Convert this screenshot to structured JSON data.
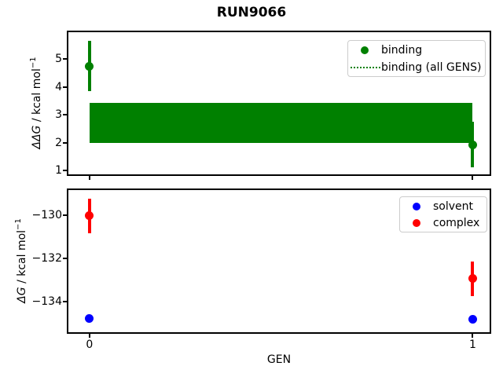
{
  "title": "RUN9066",
  "chart_data": [
    {
      "type": "scatter",
      "title": "RUN9066",
      "ylabel": {
        "math": "ΔΔG",
        "rest": " / kcal mol",
        "sup": "−1"
      },
      "xlabel": "",
      "xlim": [
        -0.055,
        1.04
      ],
      "ylim": [
        0.87,
        5.97
      ],
      "yticks": [
        5,
        4,
        3,
        2,
        1
      ],
      "ytick_labels": [
        "5",
        "4",
        "3",
        "2",
        "1"
      ],
      "xticks": [
        0,
        1
      ],
      "xtick_labels": [],
      "grid": false,
      "series": [
        {
          "name": "binding (all GENS)",
          "type": "band",
          "color": "#008000",
          "x": [
            0,
            1
          ],
          "y_low": 2.01,
          "y_high": 3.43,
          "y_center": 2.72
        },
        {
          "name": "binding",
          "type": "points",
          "color": "#008000",
          "x": [
            0,
            1
          ],
          "y": [
            4.75,
            1.94
          ],
          "yerr": [
            0.9,
            0.82
          ]
        }
      ],
      "legend": {
        "position": "upper right",
        "entries": [
          {
            "label": "binding",
            "glyph": "dot",
            "color": "#008000"
          },
          {
            "label": "binding (all GENS)",
            "glyph": "dotted-line",
            "color": "#008000"
          }
        ]
      }
    },
    {
      "type": "scatter",
      "ylabel": {
        "math": "ΔG",
        "rest": " / kcal mol",
        "sup": "−1"
      },
      "xlabel": "GEN",
      "xlim": [
        -0.055,
        1.04
      ],
      "ylim": [
        -135.41,
        -128.83
      ],
      "yticks": [
        -130,
        -132,
        -134
      ],
      "ytick_labels": [
        "−130",
        "−132",
        "−134"
      ],
      "xticks": [
        0,
        1
      ],
      "xtick_labels": [
        "0",
        "1"
      ],
      "grid": false,
      "series": [
        {
          "name": "solvent",
          "type": "points",
          "color": "#0000ff",
          "x": [
            0,
            1
          ],
          "y": [
            -134.76,
            -134.81
          ],
          "yerr": [
            0.05,
            0.05
          ]
        },
        {
          "name": "complex",
          "type": "points",
          "color": "#ff0000",
          "x": [
            0,
            1
          ],
          "y": [
            -130.02,
            -132.93
          ],
          "yerr": [
            0.8,
            0.8
          ]
        }
      ],
      "legend": {
        "position": "upper right",
        "entries": [
          {
            "label": "solvent",
            "glyph": "dot",
            "color": "#0000ff"
          },
          {
            "label": "complex",
            "glyph": "dot",
            "color": "#ff0000"
          }
        ]
      }
    }
  ]
}
